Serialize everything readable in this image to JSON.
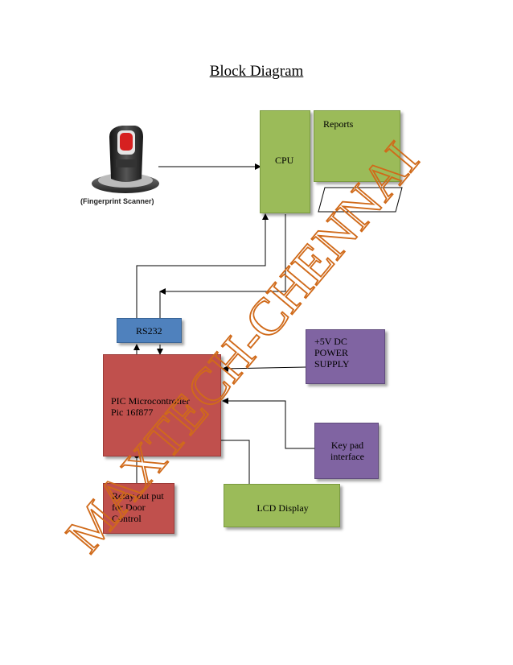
{
  "title": "Block Diagram",
  "nodes": {
    "cpu": "CPU",
    "reports": "Reports",
    "rs232": "RS232",
    "power_supply": [
      "+5V DC",
      "POWER",
      "SUPPLY"
    ],
    "pic": [
      "PIC Microcontroller",
      "Pic 16f877"
    ],
    "keypad": [
      "Key pad",
      "interface"
    ],
    "relay": [
      "Relay out put",
      "for Door",
      "Control"
    ],
    "lcd": "LCD Display",
    "scanner_caption": "(Fingerprint Scanner)"
  },
  "watermark": "MAXTECH-CHENNAI",
  "colors": {
    "green": "#9bbb59",
    "red": "#c0504d",
    "blue": "#4f81bd",
    "purple": "#8064a2",
    "watermark": "#d06a1a"
  },
  "icons": [
    "fingerprint-scanner-icon",
    "monitor-stand-icon"
  ]
}
